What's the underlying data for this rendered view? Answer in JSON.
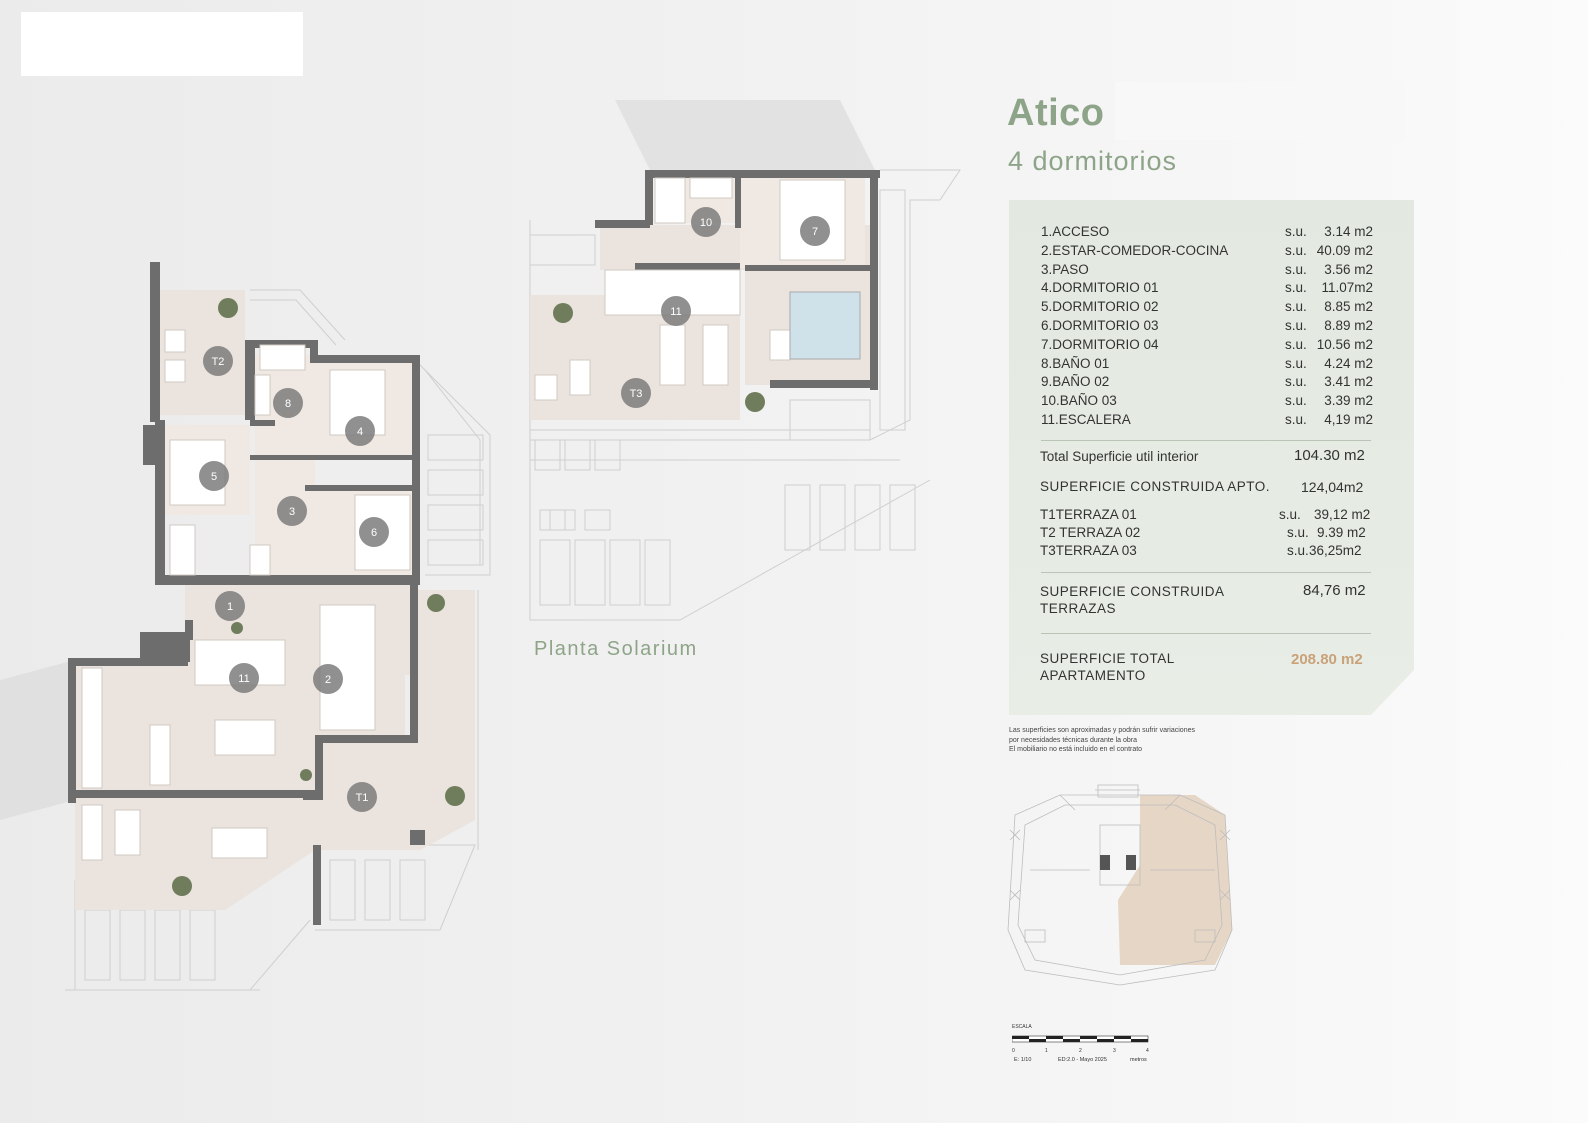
{
  "header": {
    "title": "Atico",
    "subtitle": "4 dormitorios"
  },
  "rooms": [
    {
      "name": "1.ACCESO",
      "su": "s.u.",
      "area": "3.14 m2"
    },
    {
      "name": "2.ESTAR-COMEDOR-COCINA",
      "su": "s.u.",
      "area": "40.09 m2"
    },
    {
      "name": "3.PASO",
      "su": "s.u.",
      "area": "3.56 m2"
    },
    {
      "name": "4.DORMITORIO 01",
      "su": "s.u.",
      "area": "11.07m2"
    },
    {
      "name": "5.DORMITORIO 02",
      "su": "s.u.",
      "area": "8.85 m2"
    },
    {
      "name": "6.DORMITORIO 03",
      "su": "s.u.",
      "area": "8.89 m2"
    },
    {
      "name": "7.DORMITORIO 04",
      "su": "s.u.",
      "area": "10.56 m2"
    },
    {
      "name": "8.BAÑO 01",
      "su": "s.u.",
      "area": "4.24 m2"
    },
    {
      "name": "9.BAÑO 02",
      "su": "s.u.",
      "area": "3.41 m2"
    },
    {
      "name": "10.BAÑO 03",
      "su": "s.u.",
      "area": "3.39 m2"
    },
    {
      "name": "11.ESCALERA",
      "su": "s.u.",
      "area": "4,19 m2"
    }
  ],
  "totals": {
    "interior_label": "Total Superficie util interior",
    "interior_value": "104.30 m2",
    "construida_label": "SUPERFICIE CONSTRUIDA APTO.",
    "construida_value": "124,04m2",
    "terrazas": [
      {
        "name": "T1TERRAZA 01",
        "su": "s.u.",
        "area": "39,12 m2"
      },
      {
        "name": "T2 TERRAZA 02",
        "su": "s.u.",
        "area": "9.39 m2"
      },
      {
        "name": "T3TERRAZA 03",
        "su": "s.u.",
        "area": "36,25m2"
      }
    ],
    "terrazas_construida_label_1": "SUPERFICIE CONSTRUIDA",
    "terrazas_construida_label_2": "TERRAZAS",
    "terrazas_construida_value": "84,76 m2",
    "total_label_1": "SUPERFICIE TOTAL",
    "total_label_2": "APARTAMENTO",
    "total_value": "208.80 m2"
  },
  "notes": [
    "Las superficies son aproximadas y podrán sufrir variaciones",
    "por necesidades técnicas durante la obra",
    "El mobiliario no está incluido en el contrato"
  ],
  "scale": {
    "label": "ESCALA",
    "ticks": [
      "0",
      "1",
      "2",
      "3",
      "4"
    ],
    "ratio": "E: 1/10",
    "edition": "ED:2.0 - Mayo 2025",
    "unit": "metros"
  },
  "plans": {
    "solarium_label": "Planta Solarium",
    "main_markers": [
      "T2",
      "8",
      "4",
      "5",
      "3",
      "6",
      "1",
      "11",
      "2",
      "T1"
    ],
    "solarium_markers": [
      "10",
      "7",
      "11",
      "T3"
    ]
  },
  "colors": {
    "accent_green": "#8ea489",
    "gold": "#c9a27a",
    "panel_bg": "#e5ebe3",
    "wall": "#6f6f6f",
    "floor": "#eae3de",
    "marker": "#7c7c7c"
  }
}
